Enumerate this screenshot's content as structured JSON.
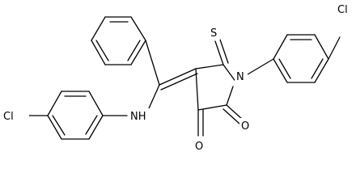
{
  "molecule": {
    "atoms": {
      "cl_right": "Cl",
      "cl_left": "Cl",
      "nh": "NH",
      "n_ring": "N",
      "s_thione": "S",
      "o_upper": "O",
      "o_lower": "O"
    }
  }
}
